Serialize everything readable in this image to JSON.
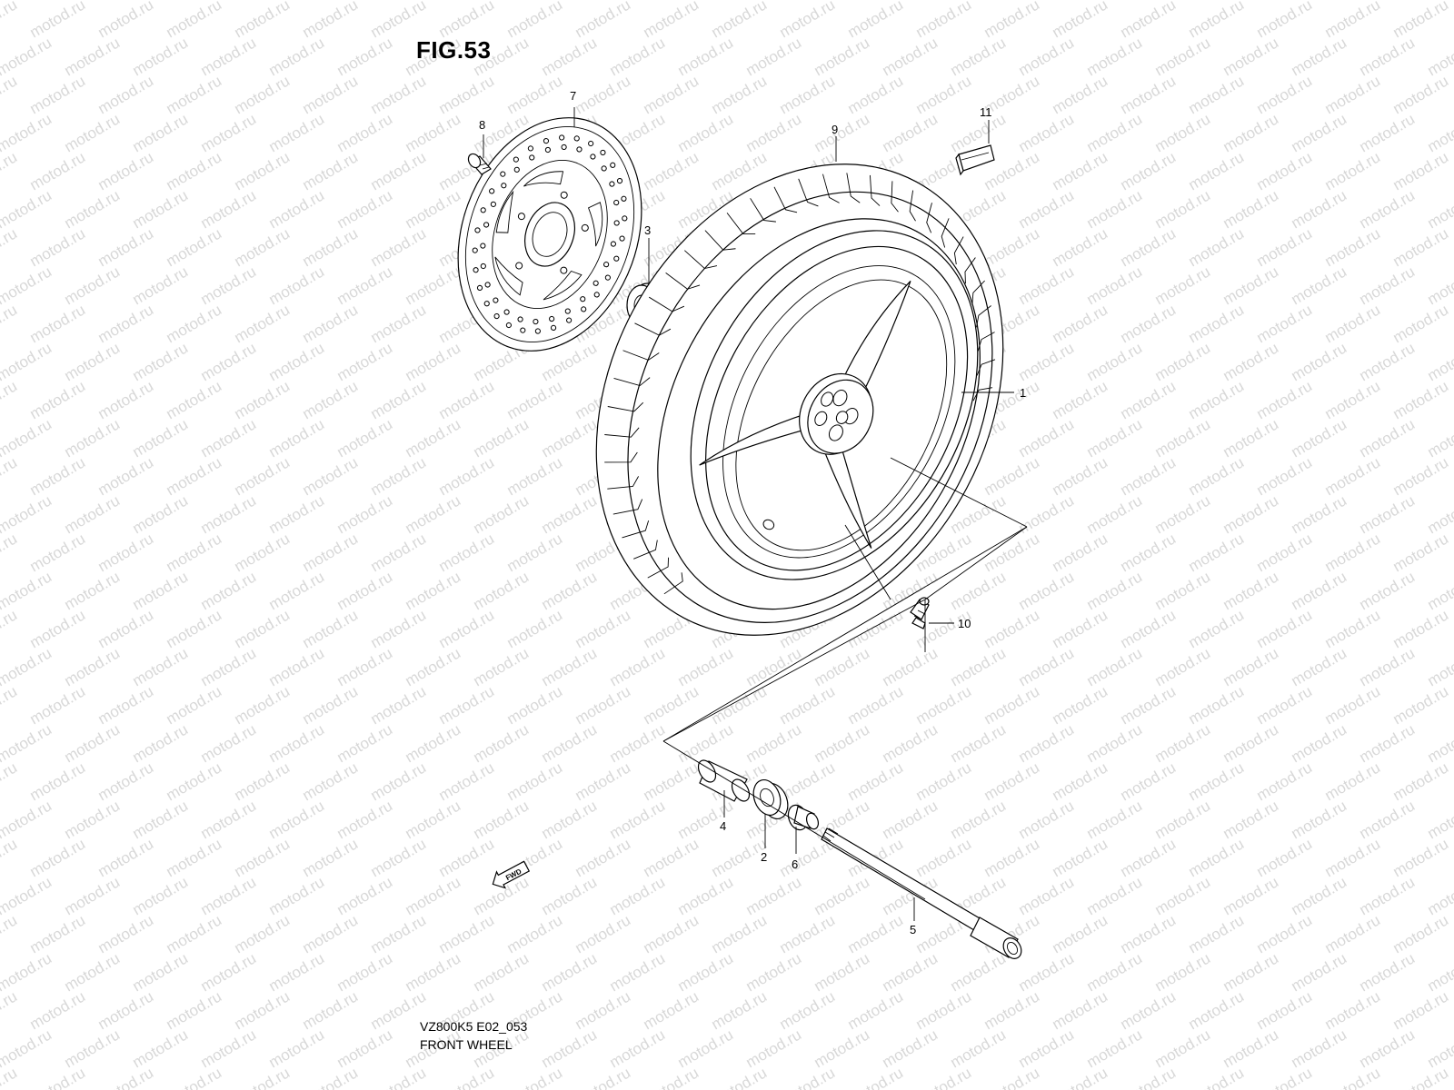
{
  "figure": {
    "title": "FIG.53",
    "code": "VZ800K5 E02_053",
    "name": "FRONT WHEEL"
  },
  "watermark": {
    "text": "motod.ru"
  },
  "arrow": {
    "label": "FWD"
  },
  "callouts": {
    "c1": "1",
    "c2": "2",
    "c3": "3",
    "c4": "4",
    "c5": "5",
    "c6": "6",
    "c7": "7",
    "c8": "8",
    "c9": "9",
    "c10": "10",
    "c11": "11"
  }
}
